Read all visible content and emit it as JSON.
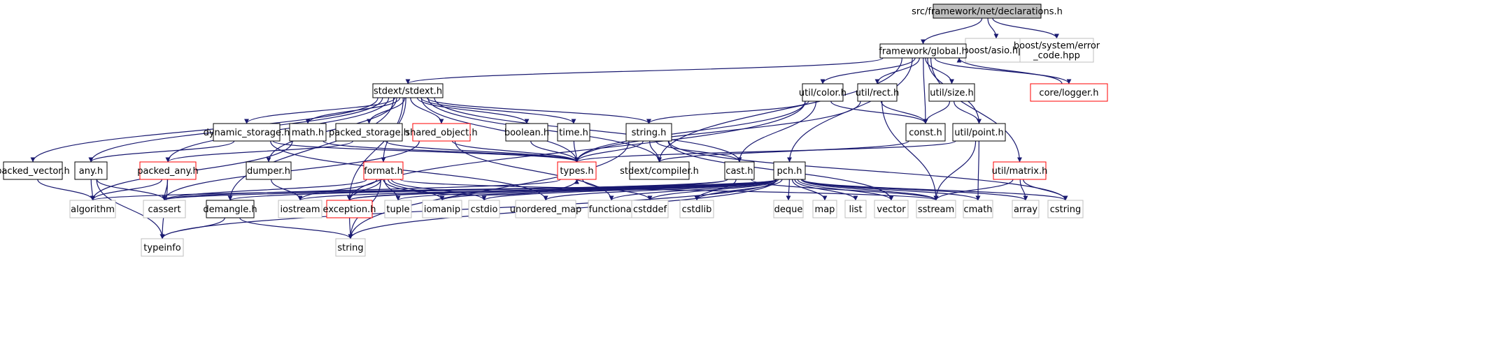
{
  "diagram": {
    "nodes": [
      {
        "id": "root",
        "label": "src/framework/net/declarations.h",
        "kind": "root"
      },
      {
        "id": "asio",
        "label": "boost/asio.hpp",
        "kind": "external"
      },
      {
        "id": "errcode",
        "label": "boost/system/error\n_code.hpp",
        "kind": "external"
      },
      {
        "id": "global",
        "label": "framework/global.h",
        "kind": "normal"
      },
      {
        "id": "logger",
        "label": "core/logger.h",
        "kind": "truncated"
      },
      {
        "id": "stdext",
        "label": "stdext/stdext.h",
        "kind": "normal"
      },
      {
        "id": "color",
        "label": "util/color.h",
        "kind": "normal"
      },
      {
        "id": "rect",
        "label": "util/rect.h",
        "kind": "normal"
      },
      {
        "id": "size",
        "label": "util/size.h",
        "kind": "normal"
      },
      {
        "id": "dynstor",
        "label": "dynamic_storage.h",
        "kind": "normal"
      },
      {
        "id": "math",
        "label": "math.h",
        "kind": "normal"
      },
      {
        "id": "packstor",
        "label": "packed_storage.h",
        "kind": "normal"
      },
      {
        "id": "sharedobj",
        "label": "shared_object.h",
        "kind": "truncated"
      },
      {
        "id": "boolean",
        "label": "boolean.h",
        "kind": "normal"
      },
      {
        "id": "time",
        "label": "time.h",
        "kind": "normal"
      },
      {
        "id": "string_h",
        "label": "string.h",
        "kind": "normal"
      },
      {
        "id": "const_h",
        "label": "const.h",
        "kind": "normal"
      },
      {
        "id": "point",
        "label": "util/point.h",
        "kind": "normal"
      },
      {
        "id": "packvec",
        "label": "packed_vector.h",
        "kind": "normal"
      },
      {
        "id": "any",
        "label": "any.h",
        "kind": "normal"
      },
      {
        "id": "packany",
        "label": "packed_any.h",
        "kind": "truncated"
      },
      {
        "id": "dumper",
        "label": "dumper.h",
        "kind": "normal"
      },
      {
        "id": "format",
        "label": "format.h",
        "kind": "truncated"
      },
      {
        "id": "types",
        "label": "types.h",
        "kind": "truncated"
      },
      {
        "id": "compiler",
        "label": "stdext/compiler.h",
        "kind": "normal"
      },
      {
        "id": "cast",
        "label": "cast.h",
        "kind": "normal"
      },
      {
        "id": "pch",
        "label": "pch.h",
        "kind": "normal"
      },
      {
        "id": "matrix",
        "label": "util/matrix.h",
        "kind": "truncated"
      },
      {
        "id": "algorithm",
        "label": "algorithm",
        "kind": "external"
      },
      {
        "id": "cassert",
        "label": "cassert",
        "kind": "external"
      },
      {
        "id": "demangle",
        "label": "demangle.h",
        "kind": "normal"
      },
      {
        "id": "iostream",
        "label": "iostream",
        "kind": "external"
      },
      {
        "id": "exception",
        "label": "exception.h",
        "kind": "truncated"
      },
      {
        "id": "tuple",
        "label": "tuple",
        "kind": "external"
      },
      {
        "id": "iomanip",
        "label": "iomanip",
        "kind": "external"
      },
      {
        "id": "cstdio",
        "label": "cstdio",
        "kind": "external"
      },
      {
        "id": "unordered_map",
        "label": "unordered_map",
        "kind": "external"
      },
      {
        "id": "functional",
        "label": "functional",
        "kind": "external"
      },
      {
        "id": "cstddef",
        "label": "cstddef",
        "kind": "external"
      },
      {
        "id": "cstdlib",
        "label": "cstdlib",
        "kind": "external"
      },
      {
        "id": "deque",
        "label": "deque",
        "kind": "external"
      },
      {
        "id": "map",
        "label": "map",
        "kind": "external"
      },
      {
        "id": "list",
        "label": "list",
        "kind": "external"
      },
      {
        "id": "vector",
        "label": "vector",
        "kind": "external"
      },
      {
        "id": "sstream",
        "label": "sstream",
        "kind": "external"
      },
      {
        "id": "cmath",
        "label": "cmath",
        "kind": "external"
      },
      {
        "id": "array",
        "label": "array",
        "kind": "external"
      },
      {
        "id": "cstring",
        "label": "cstring",
        "kind": "external"
      },
      {
        "id": "typeinfo",
        "label": "typeinfo",
        "kind": "external"
      },
      {
        "id": "string",
        "label": "string",
        "kind": "external"
      }
    ],
    "edges": [
      [
        "root",
        "global"
      ],
      [
        "root",
        "asio"
      ],
      [
        "root",
        "errcode"
      ],
      [
        "global",
        "stdext"
      ],
      [
        "global",
        "pch"
      ],
      [
        "global",
        "color"
      ],
      [
        "global",
        "rect"
      ],
      [
        "global",
        "size"
      ],
      [
        "global",
        "const_h"
      ],
      [
        "global",
        "point"
      ],
      [
        "global",
        "logger"
      ],
      [
        "global",
        "matrix"
      ],
      [
        "global",
        "compiler"
      ],
      [
        "logger",
        "global"
      ],
      [
        "stdext",
        "dynstor"
      ],
      [
        "stdext",
        "math"
      ],
      [
        "stdext",
        "packstor"
      ],
      [
        "stdext",
        "sharedobj"
      ],
      [
        "stdext",
        "boolean"
      ],
      [
        "stdext",
        "time"
      ],
      [
        "stdext",
        "string_h"
      ],
      [
        "stdext",
        "packvec"
      ],
      [
        "stdext",
        "any"
      ],
      [
        "stdext",
        "packany"
      ],
      [
        "stdext",
        "dumper"
      ],
      [
        "stdext",
        "format"
      ],
      [
        "stdext",
        "types"
      ],
      [
        "stdext",
        "compiler"
      ],
      [
        "stdext",
        "cast"
      ],
      [
        "stdext",
        "demangle"
      ],
      [
        "stdext",
        "exception"
      ],
      [
        "color",
        "types"
      ],
      [
        "color",
        "string_h"
      ],
      [
        "color",
        "const_h"
      ],
      [
        "color",
        "cast"
      ],
      [
        "color",
        "exception"
      ],
      [
        "rect",
        "const_h"
      ],
      [
        "rect",
        "types"
      ],
      [
        "rect",
        "sstream"
      ],
      [
        "size",
        "const_h"
      ],
      [
        "size",
        "point"
      ],
      [
        "point",
        "types"
      ],
      [
        "point",
        "sstream"
      ],
      [
        "point",
        "cmath"
      ],
      [
        "const_h",
        "compiler"
      ],
      [
        "string_h",
        "types"
      ],
      [
        "string_h",
        "cast"
      ],
      [
        "string_h",
        "compiler"
      ],
      [
        "string_h",
        "vector"
      ],
      [
        "string_h",
        "cstring"
      ],
      [
        "string_h",
        "string"
      ],
      [
        "time",
        "types"
      ],
      [
        "boolean",
        "types"
      ],
      [
        "sharedobj",
        "types"
      ],
      [
        "sharedobj",
        "cassert"
      ],
      [
        "sharedobj",
        "functional"
      ],
      [
        "packstor",
        "packany"
      ],
      [
        "packstor",
        "types"
      ],
      [
        "math",
        "types"
      ],
      [
        "math",
        "algorithm"
      ],
      [
        "dynstor",
        "any"
      ],
      [
        "dynstor",
        "types"
      ],
      [
        "dynstor",
        "unordered_map"
      ],
      [
        "packvec",
        "algorithm"
      ],
      [
        "any",
        "algorithm"
      ],
      [
        "any",
        "cassert"
      ],
      [
        "any",
        "typeinfo"
      ],
      [
        "packany",
        "algorithm"
      ],
      [
        "packany",
        "cassert"
      ],
      [
        "packany",
        "typeinfo"
      ],
      [
        "dumper",
        "iostream"
      ],
      [
        "format",
        "types"
      ],
      [
        "format",
        "cassert"
      ],
      [
        "format",
        "iostream"
      ],
      [
        "format",
        "tuple"
      ],
      [
        "format",
        "iomanip"
      ],
      [
        "format",
        "cstdio"
      ],
      [
        "format",
        "string"
      ],
      [
        "format",
        "sstream"
      ],
      [
        "format",
        "exception"
      ],
      [
        "types",
        "cstddef"
      ],
      [
        "types",
        "cassert"
      ],
      [
        "cast",
        "demangle"
      ],
      [
        "cast",
        "exception"
      ],
      [
        "cast",
        "sstream"
      ],
      [
        "cast",
        "cstdlib"
      ],
      [
        "pch",
        "algorithm"
      ],
      [
        "pch",
        "cassert"
      ],
      [
        "pch",
        "iostream"
      ],
      [
        "pch",
        "exception"
      ],
      [
        "pch",
        "tuple"
      ],
      [
        "pch",
        "iomanip"
      ],
      [
        "pch",
        "cstdio"
      ],
      [
        "pch",
        "unordered_map"
      ],
      [
        "pch",
        "functional"
      ],
      [
        "pch",
        "cstddef"
      ],
      [
        "pch",
        "cstdlib"
      ],
      [
        "pch",
        "deque"
      ],
      [
        "pch",
        "map"
      ],
      [
        "pch",
        "list"
      ],
      [
        "pch",
        "vector"
      ],
      [
        "pch",
        "sstream"
      ],
      [
        "pch",
        "cmath"
      ],
      [
        "pch",
        "array"
      ],
      [
        "pch",
        "cstring"
      ],
      [
        "pch",
        "typeinfo"
      ],
      [
        "pch",
        "string"
      ],
      [
        "matrix",
        "sstream"
      ],
      [
        "matrix",
        "array"
      ],
      [
        "matrix",
        "cstring"
      ],
      [
        "demangle",
        "typeinfo"
      ],
      [
        "demangle",
        "string"
      ],
      [
        "exception",
        "string"
      ]
    ]
  },
  "colors": {
    "edge": "#191970",
    "normal_border": "#000000",
    "truncated_border": "#ff0000",
    "external_border": "#bfbfbf",
    "root_fill": "#bfbfbf",
    "text": "#000000"
  }
}
